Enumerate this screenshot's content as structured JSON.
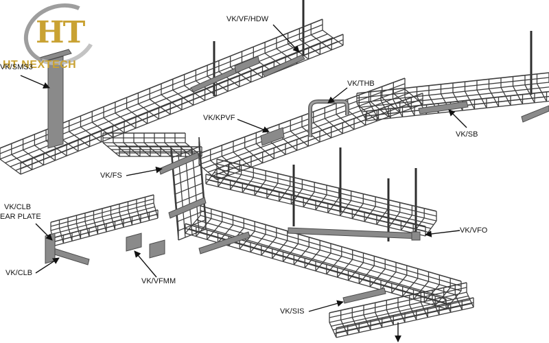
{
  "logo": {
    "mark": "HT",
    "name": "HT NEXTECH",
    "colors": {
      "gold": "#c9a233",
      "ring": "#8e8e8e"
    }
  },
  "labels": {
    "vf_hdw": "VK/VF/HDW",
    "sms3": "VK/SMS3",
    "thb": "VK/THB",
    "kpvf": "VK/KPVF",
    "sb": "VK/SB",
    "fs": "VK/FS",
    "clb_top": "VK/CLB",
    "ear_plate": "EAR PLATE",
    "vfo": "VK/VFO",
    "clb": "VK/CLB",
    "vfmm": "VK/VFMM",
    "sis": "VK/SIS"
  },
  "colors": {
    "wire": "#3d3d3d",
    "rod": "#2e2e2e",
    "bracket": "#7d7d7d",
    "arrow": "#111111",
    "background": "#ffffff"
  }
}
